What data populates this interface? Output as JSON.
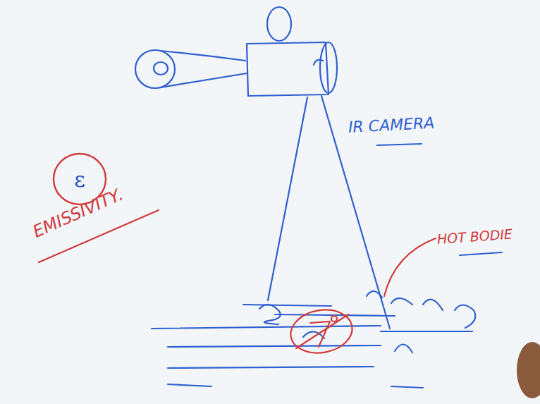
{
  "diagram": {
    "nodes": [
      {
        "text": [
          "ε"
        ]
      }
    ],
    "labels": [
      "IR CAMERA",
      "EMISSIVITY.",
      "HOT BODIE"
    ]
  }
}
